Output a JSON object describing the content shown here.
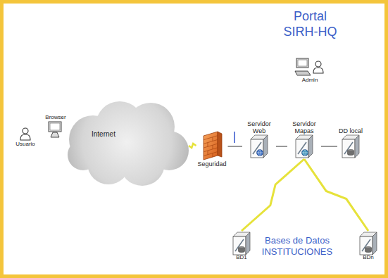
{
  "diagram": {
    "title": "Portal SIRH-HQ",
    "nodes": [
      {
        "text": [
          "Usuario"
        ]
      },
      {
        "text": [
          "Browser"
        ]
      },
      {
        "text": [
          "Internet"
        ]
      },
      {
        "text": [
          "Seguridad"
        ]
      },
      {
        "text": [
          "Servidor Web"
        ]
      },
      {
        "text": [
          "Servidor Mapas"
        ]
      },
      {
        "text": [
          "DD local"
        ]
      },
      {
        "text": [
          "Admin"
        ]
      },
      {
        "text": [
          "BD1"
        ]
      },
      {
        "text": [
          "BDn"
        ]
      }
    ],
    "edges": [
      {
        "from": 2,
        "to": 3,
        "arrow": "none"
      },
      {
        "from": 3,
        "to": 4,
        "arrow": "none"
      },
      {
        "from": 4,
        "to": 5,
        "arrow": "none"
      },
      {
        "from": 5,
        "to": 6,
        "arrow": "none"
      },
      {
        "from": 5,
        "to": 8,
        "arrow": "none"
      },
      {
        "from": 5,
        "to": 9,
        "arrow": "none"
      }
    ],
    "labels": [
      "Bases de Datos INSTITUCIONES"
    ]
  }
}
